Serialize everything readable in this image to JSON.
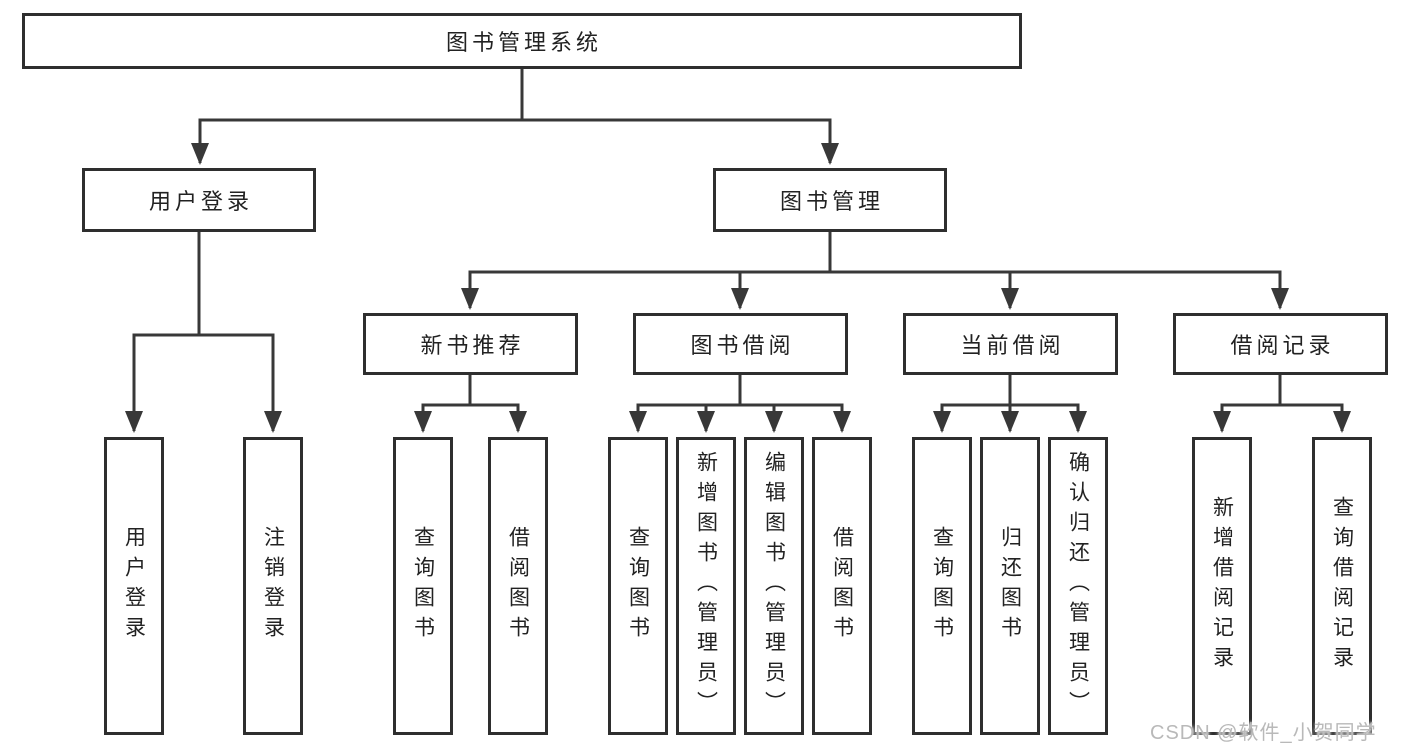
{
  "diagram": {
    "title": "图书管理系统",
    "watermark": "CSDN @软件_小贺同学",
    "colors": {
      "line": "#383838",
      "box_border": "#2e2e2e",
      "box_fill": "#ffffff",
      "text": "#222222",
      "watermark": "#b9b9b9",
      "background": "#ffffff"
    },
    "level2": [
      {
        "label": "用户登录"
      },
      {
        "label": "图书管理"
      }
    ],
    "level3": [
      {
        "label": "新书推荐"
      },
      {
        "label": "图书借阅"
      },
      {
        "label": "当前借阅"
      },
      {
        "label": "借阅记录"
      }
    ],
    "leaves": [
      {
        "label": "用户登录",
        "parent": "用户登录"
      },
      {
        "label": "注销登录",
        "parent": "用户登录"
      },
      {
        "label": "查询图书",
        "parent": "新书推荐"
      },
      {
        "label": "借阅图书",
        "parent": "新书推荐"
      },
      {
        "label": "查询图书",
        "parent": "图书借阅"
      },
      {
        "label": "新增图书（管理员）",
        "parent": "图书借阅"
      },
      {
        "label": "编辑图书（管理员）",
        "parent": "图书借阅"
      },
      {
        "label": "借阅图书",
        "parent": "图书借阅"
      },
      {
        "label": "查询图书",
        "parent": "当前借阅"
      },
      {
        "label": "归还图书",
        "parent": "当前借阅"
      },
      {
        "label": "确认归还（管理员）",
        "parent": "当前借阅"
      },
      {
        "label": "新增借阅记录",
        "parent": "借阅记录"
      },
      {
        "label": "查询借阅记录",
        "parent": "借阅记录"
      }
    ]
  }
}
